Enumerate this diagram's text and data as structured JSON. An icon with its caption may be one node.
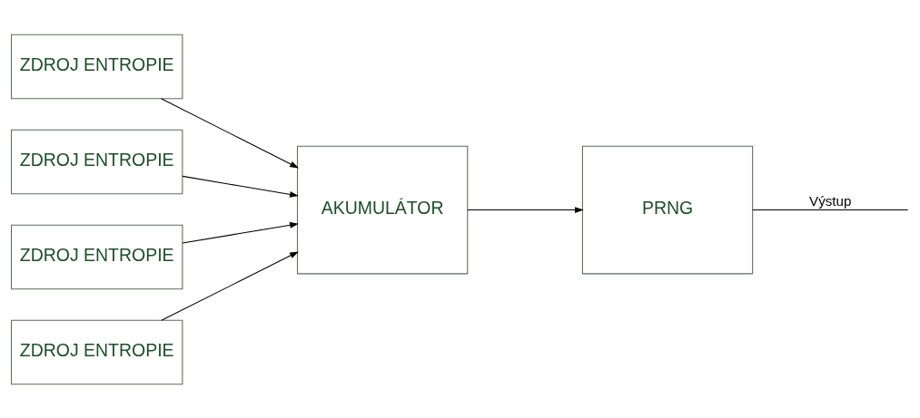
{
  "diagram": {
    "nodes": [
      {
        "text": [
          "ZDROJ ENTROPIE"
        ]
      },
      {
        "text": [
          "ZDROJ ENTROPIE"
        ]
      },
      {
        "text": [
          "ZDROJ ENTROPIE"
        ]
      },
      {
        "text": [
          "ZDROJ ENTROPIE"
        ]
      },
      {
        "text": [
          "AKUMULÁTOR"
        ]
      },
      {
        "text": [
          "PRNG"
        ]
      }
    ],
    "edges": [
      {
        "from": 0,
        "to": 4,
        "arrow": "to"
      },
      {
        "from": 1,
        "to": 4,
        "arrow": "to"
      },
      {
        "from": 2,
        "to": 4,
        "arrow": "to"
      },
      {
        "from": 3,
        "to": 4,
        "arrow": "to"
      },
      {
        "from": 4,
        "to": 5,
        "arrow": "to"
      },
      {
        "from": 5,
        "to": null,
        "arrow": "none",
        "label": "Výstup"
      }
    ]
  }
}
